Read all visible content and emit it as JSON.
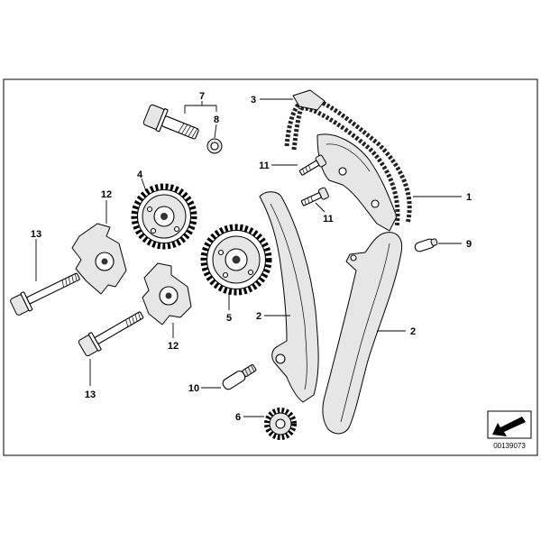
{
  "callouts": [
    "7",
    "8",
    "3",
    "11",
    "1",
    "4",
    "12",
    "11",
    "13",
    "9",
    "2",
    "5",
    "2",
    "12",
    "13",
    "10",
    "6"
  ],
  "diagram_id": "00139073"
}
